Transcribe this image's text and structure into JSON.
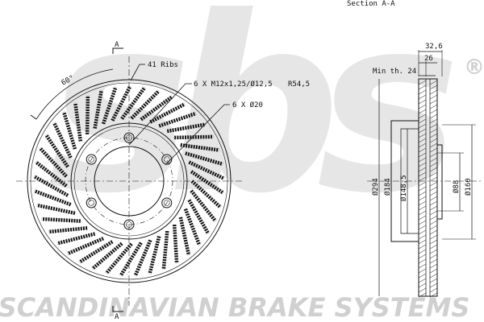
{
  "colors": {
    "line": "#111111",
    "watermark": "#d9d9d9",
    "background": "#ffffff"
  },
  "rib_count": 41,
  "labels": {
    "section_title": "Section A-A",
    "section_marker_top": "A",
    "section_marker_bottom": "A",
    "ribs": "41 Ribs",
    "angle": "60°",
    "bolt_holes": "6 X M12x1,25/Ø12,5",
    "bolt_radius": "R54,5",
    "pilot_holes": "6 X Ø20"
  },
  "dimensions": {
    "overall_width": "32,6",
    "disc_thickness": "26",
    "min_thickness": "Min th. 24",
    "d294": "Ø294",
    "d184": "Ø184",
    "d148_5": "Ø148,5",
    "d88": "Ø88",
    "d160": "Ø160"
  },
  "watermark": {
    "logo": "sbs",
    "registered": "®",
    "tagline": "SCANDINAVIAN BRAKE SYSTEMS"
  }
}
